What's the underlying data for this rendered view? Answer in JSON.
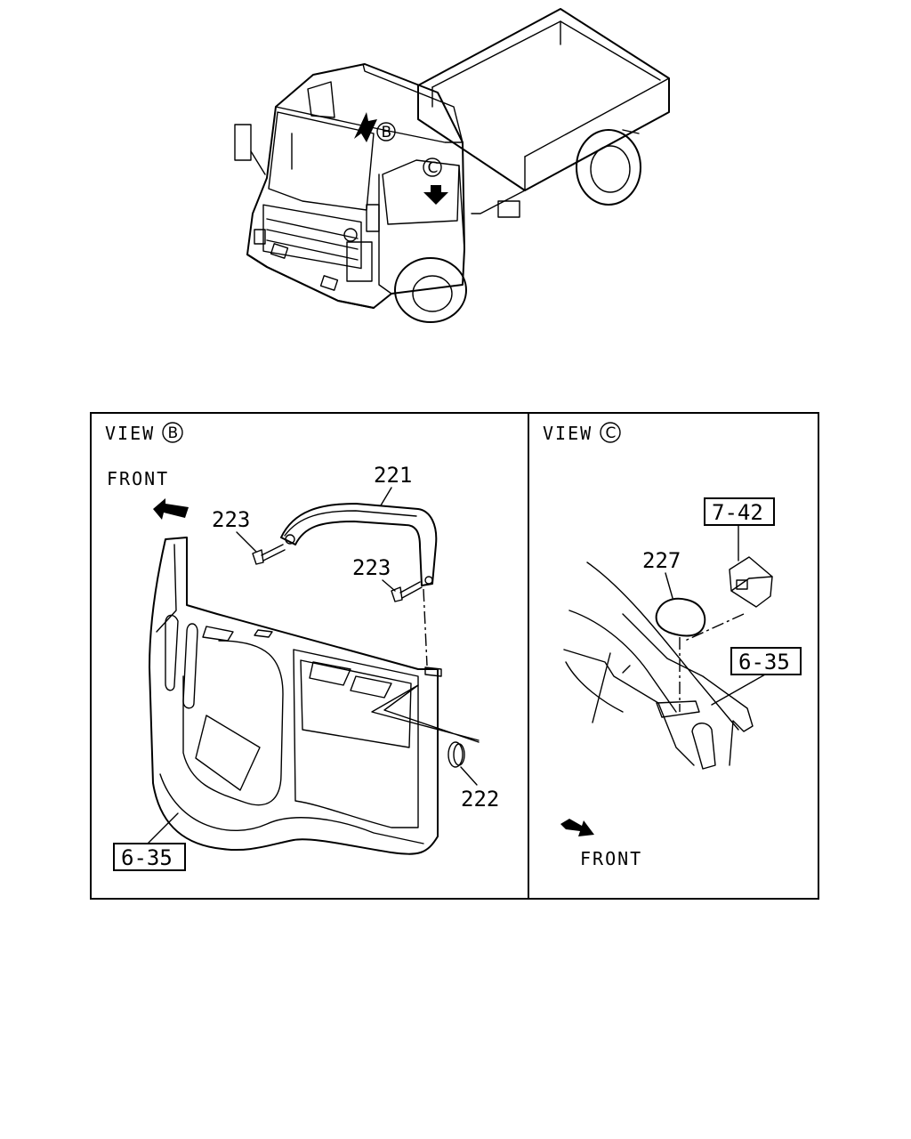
{
  "truck": {
    "marker_b": "B",
    "marker_c": "C"
  },
  "view_b": {
    "title": "VIEW",
    "marker": "B",
    "front_label": "FRONT",
    "parts": {
      "p221": "221",
      "p223a": "223",
      "p223b": "223",
      "p222": "222"
    },
    "ref": "6-35"
  },
  "view_c": {
    "title": "VIEW",
    "marker": "C",
    "front_label": "FRONT",
    "parts": {
      "p227": "227"
    },
    "ref_top": "7-42",
    "ref_mid": "6-35"
  }
}
